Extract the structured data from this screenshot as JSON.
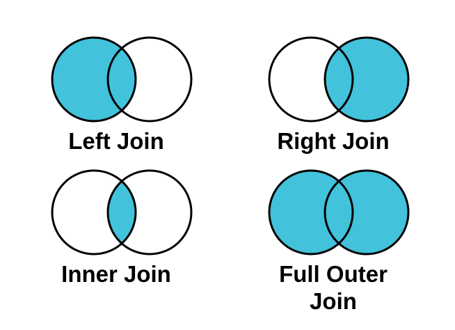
{
  "page": {
    "background_color": "#ffffff"
  },
  "colors": {
    "fill_accent": "#42C2DB",
    "circle_white": "#ffffff",
    "circle_outline": "#000000",
    "label_text": "#000000"
  },
  "diagrams": [
    {
      "name": "left-join",
      "label": "Left Join",
      "left_circle_fill": "#42C2DB",
      "right_circle_fill": "#ffffff",
      "intersection_fill": "#42C2DB"
    },
    {
      "name": "right-join",
      "label": "Right Join",
      "left_circle_fill": "#ffffff",
      "right_circle_fill": "#42C2DB",
      "intersection_fill": "#42C2DB"
    },
    {
      "name": "inner-join",
      "label": "Inner Join",
      "left_circle_fill": "#ffffff",
      "right_circle_fill": "#ffffff",
      "intersection_fill": "#42C2DB"
    },
    {
      "name": "full-outer-join",
      "label": "Full Outer Join",
      "left_circle_fill": "#42C2DB",
      "right_circle_fill": "#42C2DB",
      "intersection_fill": "#42C2DB"
    }
  ]
}
